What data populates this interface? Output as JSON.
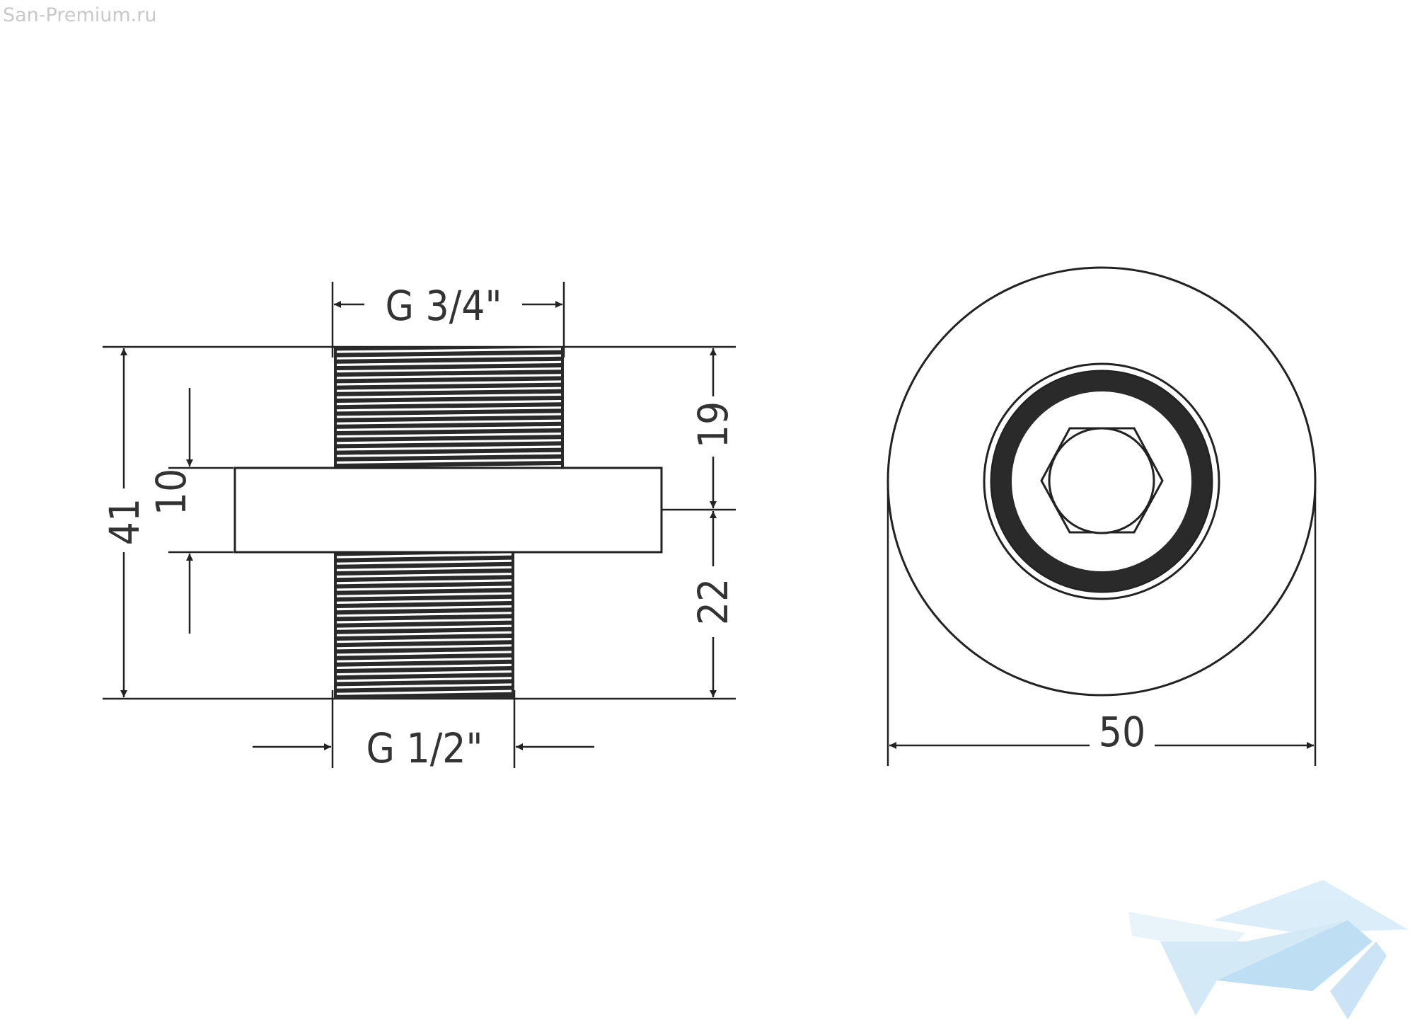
{
  "watermark": "San-Premium.ru",
  "side_view": {
    "top_thread": "G 3/4\"",
    "bottom_thread": "G 1/2\"",
    "height_total": "41",
    "flange_thickness": "10",
    "top_length": "19",
    "bottom_length": "22"
  },
  "front_view": {
    "diameter": "50"
  },
  "colors": {
    "line": "#222222",
    "thread": "#2a2a2a",
    "watermark": "#c8c8c8",
    "logo_light": "#d8ecf8",
    "logo_mid": "#b7dcf2"
  }
}
